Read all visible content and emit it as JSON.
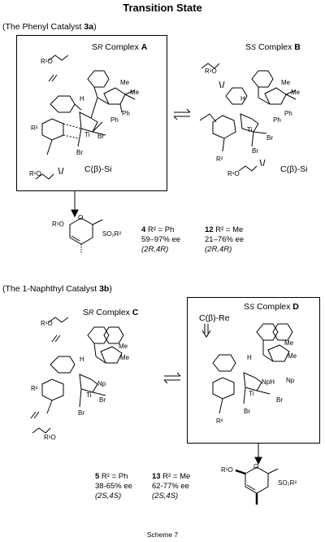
{
  "title": "Transition State",
  "section_a": {
    "prefix": "(The Phenyl Catalyst ",
    "bold": "3a",
    "suffix": ")"
  },
  "section_b": {
    "prefix": "(The 1-Naphthyl Catalyst ",
    "bold": "3b",
    "suffix": ")"
  },
  "complex_A": {
    "s": "S",
    "sub": "R",
    "label": " Complex ",
    "bold": "A"
  },
  "complex_B": {
    "s": "S",
    "sub": "S",
    "label": " Complex ",
    "bold": "B"
  },
  "complex_C": {
    "s": "S",
    "sub": "R",
    "label": " Complex ",
    "bold": "C"
  },
  "complex_D": {
    "s": "S",
    "sub": "S",
    "label": " Complex ",
    "bold": "D"
  },
  "face_A": "C(β)-Si",
  "face_B": "C(β)-Si",
  "face_D": "C(β)-Re",
  "product_top": {
    "c1_bold": "4",
    "c1_r": " R² = Ph",
    "c1_ee": "59–97% ee",
    "c1_cfg": "(2R,4R)",
    "c2_bold": "12",
    "c2_r": " R² = Me",
    "c2_ee": "21–76% ee",
    "c2_cfg": "(2R,4R)",
    "substituent": "SO₂R²"
  },
  "product_bottom": {
    "c1_bold": "5",
    "c1_r": " R² = Ph",
    "c1_ee": "38-65% ee",
    "c1_cfg": "(2S,4S)",
    "c2_bold": "13",
    "c2_r": " R² = Me",
    "c2_ee": "62-77% ee",
    "c2_cfg": "(2S,4S)",
    "substituent": "SO₂R²"
  },
  "caption": "Scheme 7"
}
